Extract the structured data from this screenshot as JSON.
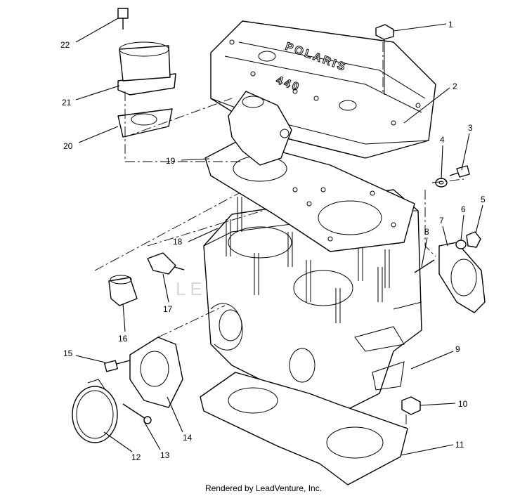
{
  "diagram": {
    "callouts": [
      {
        "id": "1",
        "label": "1"
      },
      {
        "id": "2",
        "label": "2"
      },
      {
        "id": "3",
        "label": "3"
      },
      {
        "id": "4",
        "label": "4"
      },
      {
        "id": "5",
        "label": "5"
      },
      {
        "id": "6",
        "label": "6"
      },
      {
        "id": "7",
        "label": "7"
      },
      {
        "id": "8",
        "label": "8"
      },
      {
        "id": "9",
        "label": "9"
      },
      {
        "id": "10",
        "label": "10"
      },
      {
        "id": "11",
        "label": "11"
      },
      {
        "id": "12",
        "label": "12"
      },
      {
        "id": "13",
        "label": "13"
      },
      {
        "id": "14",
        "label": "14"
      },
      {
        "id": "15",
        "label": "15"
      },
      {
        "id": "16",
        "label": "16"
      },
      {
        "id": "17",
        "label": "17"
      },
      {
        "id": "18",
        "label": "18"
      },
      {
        "id": "19",
        "label": "19"
      },
      {
        "id": "20",
        "label": "20"
      },
      {
        "id": "21",
        "label": "21"
      },
      {
        "id": "22",
        "label": "22"
      }
    ],
    "cover_brand": "POLARIS",
    "cover_model": "440",
    "watermark": "LEADVENTURE"
  },
  "footer": {
    "credit": "Rendered by LeadVenture, Inc."
  }
}
